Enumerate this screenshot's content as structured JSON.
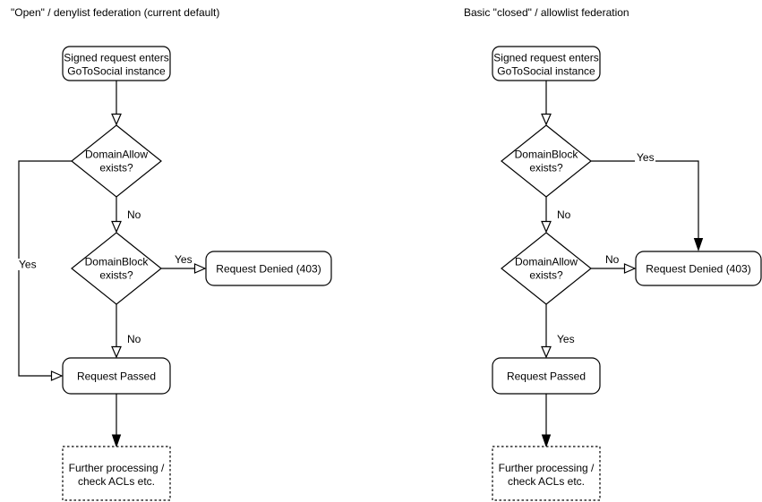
{
  "diagrams": {
    "colors": {
      "stroke": "#000000",
      "node_fill": "#ffffff",
      "text": "#000000",
      "background": "#ffffff"
    },
    "left": {
      "title": "\"Open\" / denylist federation (current default)",
      "start": {
        "line1": "Signed request enters",
        "line2": "GoToSocial instance"
      },
      "decision1": {
        "line1": "DomainAllow",
        "line2": "exists?"
      },
      "decision2": {
        "line1": "DomainBlock",
        "line2": "exists?"
      },
      "denied": "Request Denied (403)",
      "passed": "Request Passed",
      "further": {
        "line1": "Further processing /",
        "line2": "check ACLs etc."
      },
      "edges": {
        "decision1_no": "No",
        "decision1_yes": "Yes",
        "decision2_yes": "Yes",
        "decision2_no": "No"
      }
    },
    "right": {
      "title": "Basic \"closed\" / allowlist federation",
      "start": {
        "line1": "Signed request enters",
        "line2": "GoToSocial instance"
      },
      "decision1": {
        "line1": "DomainBlock",
        "line2": "exists?"
      },
      "decision2": {
        "line1": "DomainAllow",
        "line2": "exists?"
      },
      "denied": "Request Denied (403)",
      "passed": "Request Passed",
      "further": {
        "line1": "Further processing /",
        "line2": "check ACLs etc."
      },
      "edges": {
        "decision1_no": "No",
        "decision1_yes": "Yes",
        "decision2_no": "No",
        "decision2_yes": "Yes"
      }
    }
  }
}
